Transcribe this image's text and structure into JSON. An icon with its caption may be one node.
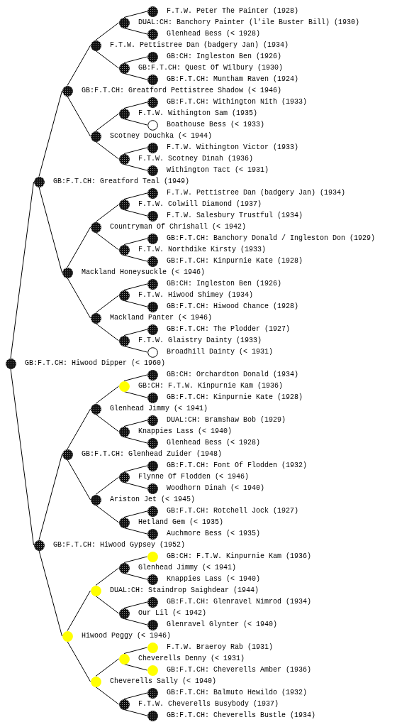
{
  "diagram": {
    "nodes": [
      {
        "text": [
          "F.T.W. Peter The Painter (1928)"
        ]
      },
      {
        "text": [
          "DUAL:CH: Banchory Painter (l’ile Buster Bill) (1930)"
        ]
      },
      {
        "text": [
          "Glenhead Bess (< 1928)"
        ]
      },
      {
        "text": [
          "F.T.W. Pettistree Dan (badgery Jan) (1934)"
        ]
      },
      {
        "text": [
          "GB:CH: Ingleston Ben (1926)"
        ]
      },
      {
        "text": [
          "GB:F.T.CH: Quest Of Wilbury (1930)"
        ]
      },
      {
        "text": [
          "GB:F.T.CH: Muntham Raven (1924)"
        ]
      },
      {
        "text": [
          "GB:F.T.CH: Greatford Pettistree Shadow (< 1946)"
        ]
      },
      {
        "text": [
          "GB:F.T.CH: Withington Nith (1933)"
        ]
      },
      {
        "text": [
          "F.T.W. Withington Sam (1935)"
        ]
      },
      {
        "text": [
          "Boathouse Bess (< 1933)"
        ]
      },
      {
        "text": [
          "Scotney Douchka (< 1944)"
        ]
      },
      {
        "text": [
          "F.T.W. Withington Victor (1933)"
        ]
      },
      {
        "text": [
          "F.T.W. Scotney Dinah (1936)"
        ]
      },
      {
        "text": [
          "Withington Tact (< 1931)"
        ]
      },
      {
        "text": [
          "GB:F.T.CH: Greatford Teal (1949)"
        ]
      },
      {
        "text": [
          "F.T.W. Pettistree Dan (badgery Jan) (1934)"
        ]
      },
      {
        "text": [
          "F.T.W. Colwill Diamond (1937)"
        ]
      },
      {
        "text": [
          "F.T.W. Salesbury Trustful (1934)"
        ]
      },
      {
        "text": [
          "Countryman Of Chrishall (< 1942)"
        ]
      },
      {
        "text": [
          "GB:F.T.CH: Banchory Donald / Ingleston Don (1929)"
        ]
      },
      {
        "text": [
          "F.T.W. Northdike Kirsty (1933)"
        ]
      },
      {
        "text": [
          "GB:F.T.CH: Kinpurnie Kate (1928)"
        ]
      },
      {
        "text": [
          "Mackland Honeysuckle (< 1946)"
        ]
      },
      {
        "text": [
          "GB:CH: Ingleston Ben (1926)"
        ]
      },
      {
        "text": [
          "F.T.W. Hiwood Shimey (1934)"
        ]
      },
      {
        "text": [
          "GB:F.T.CH: Hiwood Chance (1928)"
        ]
      },
      {
        "text": [
          "Mackland Panter (< 1946)"
        ]
      },
      {
        "text": [
          "GB:F.T.CH: The Plodder (1927)"
        ]
      },
      {
        "text": [
          "F.T.W. Glaistry Dainty (1933)"
        ]
      },
      {
        "text": [
          "Broadhill Dainty (< 1931)"
        ]
      },
      {
        "text": [
          "GB:F.T.CH: Hiwood Dipper (< 1960)"
        ]
      },
      {
        "text": [
          "GB:CH: Orchardton Donald (1934)"
        ]
      },
      {
        "text": [
          "GB:CH: F.T.W. Kinpurnie Kam (1936)"
        ]
      },
      {
        "text": [
          "GB:F.T.CH: Kinpurnie Kate (1928)"
        ]
      },
      {
        "text": [
          "Glenhead Jimmy (< 1941)"
        ]
      },
      {
        "text": [
          "DUAL:CH: Bramshaw Bob (1929)"
        ]
      },
      {
        "text": [
          "Knappies Lass (< 1940)"
        ]
      },
      {
        "text": [
          "Glenhead Bess (< 1928)"
        ]
      },
      {
        "text": [
          "GB:F.T.CH: Glenhead Zuider (1948)"
        ]
      },
      {
        "text": [
          "GB:F.T.CH: Font Of Flodden (1932)"
        ]
      },
      {
        "text": [
          "Flynne Of Flodden (< 1946)"
        ]
      },
      {
        "text": [
          "Woodhorn Dinah (< 1940)"
        ]
      },
      {
        "text": [
          "Ariston Jet (< 1945)"
        ]
      },
      {
        "text": [
          "GB:F.T.CH: Rotchell Jock (1927)"
        ]
      },
      {
        "text": [
          "Hetland Gem (< 1935)"
        ]
      },
      {
        "text": [
          "Auchmore Bess (< 1935)"
        ]
      },
      {
        "text": [
          "GB:F.T.CH: Hiwood Gypsey (1952)"
        ]
      },
      {
        "text": [
          "GB:CH: F.T.W. Kinpurnie Kam (1936)"
        ]
      },
      {
        "text": [
          "Glenhead Jimmy (< 1941)"
        ]
      },
      {
        "text": [
          "Knappies Lass (< 1940)"
        ]
      },
      {
        "text": [
          "DUAL:CH: Staindrop Saighdear (1944)"
        ]
      },
      {
        "text": [
          "GB:F.T.CH: Glenravel Nimrod (1934)"
        ]
      },
      {
        "text": [
          "Our Lil (< 1942)"
        ]
      },
      {
        "text": [
          "Glenravel Glynter (< 1940)"
        ]
      },
      {
        "text": [
          "Hiwood Peggy (< 1946)"
        ]
      },
      {
        "text": [
          "F.T.W. Braeroy Rab (1931)"
        ]
      },
      {
        "text": [
          "Cheverells Denny (< 1931)"
        ]
      },
      {
        "text": [
          "GB:F.T.CH: Cheverells Amber (1936)"
        ]
      },
      {
        "text": [
          "Cheverells Sally (< 1940)"
        ]
      },
      {
        "text": [
          "GB:F.T.CH: Balmuto Hewildo (1932)"
        ]
      },
      {
        "text": [
          "F.T.W. Cheverells Busybody (1937)"
        ]
      },
      {
        "text": [
          "GB:F.T.CH: Cheverells Bustle (1934)"
        ]
      }
    ],
    "edges": [
      {
        "from": 1,
        "to": 0,
        "arrow": "none"
      },
      {
        "from": 1,
        "to": 2,
        "arrow": "none"
      },
      {
        "from": 3,
        "to": 1,
        "arrow": "none"
      },
      {
        "from": 3,
        "to": 5,
        "arrow": "none"
      },
      {
        "from": 5,
        "to": 4,
        "arrow": "none"
      },
      {
        "from": 5,
        "to": 6,
        "arrow": "none"
      },
      {
        "from": 7,
        "to": 3,
        "arrow": "none"
      },
      {
        "from": 7,
        "to": 11,
        "arrow": "none"
      },
      {
        "from": 9,
        "to": 8,
        "arrow": "none"
      },
      {
        "from": 9,
        "to": 10,
        "arrow": "none"
      },
      {
        "from": 11,
        "to": 9,
        "arrow": "none"
      },
      {
        "from": 11,
        "to": 13,
        "arrow": "none"
      },
      {
        "from": 13,
        "to": 12,
        "arrow": "none"
      },
      {
        "from": 13,
        "to": 14,
        "arrow": "none"
      },
      {
        "from": 15,
        "to": 7,
        "arrow": "none"
      },
      {
        "from": 15,
        "to": 23,
        "arrow": "none"
      },
      {
        "from": 17,
        "to": 16,
        "arrow": "none"
      },
      {
        "from": 17,
        "to": 18,
        "arrow": "none"
      },
      {
        "from": 19,
        "to": 17,
        "arrow": "none"
      },
      {
        "from": 19,
        "to": 21,
        "arrow": "none"
      },
      {
        "from": 21,
        "to": 20,
        "arrow": "none"
      },
      {
        "from": 21,
        "to": 22,
        "arrow": "none"
      },
      {
        "from": 23,
        "to": 19,
        "arrow": "none"
      },
      {
        "from": 23,
        "to": 27,
        "arrow": "none"
      },
      {
        "from": 25,
        "to": 24,
        "arrow": "none"
      },
      {
        "from": 25,
        "to": 26,
        "arrow": "none"
      },
      {
        "from": 27,
        "to": 25,
        "arrow": "none"
      },
      {
        "from": 27,
        "to": 29,
        "arrow": "none"
      },
      {
        "from": 29,
        "to": 28,
        "arrow": "none"
      },
      {
        "from": 29,
        "to": 30,
        "arrow": "none"
      },
      {
        "from": 31,
        "to": 15,
        "arrow": "none"
      },
      {
        "from": 31,
        "to": 47,
        "arrow": "none"
      },
      {
        "from": 33,
        "to": 32,
        "arrow": "none"
      },
      {
        "from": 33,
        "to": 34,
        "arrow": "none"
      },
      {
        "from": 35,
        "to": 33,
        "arrow": "none"
      },
      {
        "from": 35,
        "to": 37,
        "arrow": "none"
      },
      {
        "from": 37,
        "to": 36,
        "arrow": "none"
      },
      {
        "from": 37,
        "to": 38,
        "arrow": "none"
      },
      {
        "from": 39,
        "to": 35,
        "arrow": "none"
      },
      {
        "from": 39,
        "to": 43,
        "arrow": "none"
      },
      {
        "from": 41,
        "to": 40,
        "arrow": "none"
      },
      {
        "from": 41,
        "to": 42,
        "arrow": "none"
      },
      {
        "from": 43,
        "to": 41,
        "arrow": "none"
      },
      {
        "from": 43,
        "to": 45,
        "arrow": "none"
      },
      {
        "from": 45,
        "to": 44,
        "arrow": "none"
      },
      {
        "from": 45,
        "to": 46,
        "arrow": "none"
      },
      {
        "from": 47,
        "to": 39,
        "arrow": "none"
      },
      {
        "from": 47,
        "to": 55,
        "arrow": "none"
      },
      {
        "from": 49,
        "to": 48,
        "arrow": "none"
      },
      {
        "from": 49,
        "to": 50,
        "arrow": "none"
      },
      {
        "from": 51,
        "to": 49,
        "arrow": "none"
      },
      {
        "from": 51,
        "to": 53,
        "arrow": "none"
      },
      {
        "from": 53,
        "to": 52,
        "arrow": "none"
      },
      {
        "from": 53,
        "to": 54,
        "arrow": "none"
      },
      {
        "from": 55,
        "to": 51,
        "arrow": "none"
      },
      {
        "from": 55,
        "to": 59,
        "arrow": "none"
      },
      {
        "from": 57,
        "to": 56,
        "arrow": "none"
      },
      {
        "from": 57,
        "to": 58,
        "arrow": "none"
      },
      {
        "from": 59,
        "to": 57,
        "arrow": "none"
      },
      {
        "from": 59,
        "to": 61,
        "arrow": "none"
      },
      {
        "from": 61,
        "to": 60,
        "arrow": "none"
      },
      {
        "from": 61,
        "to": 62,
        "arrow": "none"
      }
    ]
  }
}
